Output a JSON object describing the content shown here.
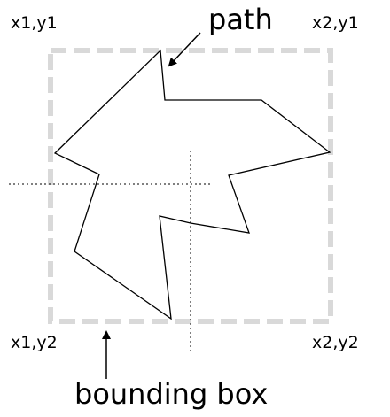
{
  "labels": {
    "top_left": "x1,y1",
    "top_right": "x2,y1",
    "bottom_left": "x1,y2",
    "bottom_right": "x2,y2",
    "path": "path",
    "bounding_box": "bounding box"
  },
  "colors": {
    "background": "#ffffff",
    "stroke": "#000000",
    "bounding_box": "#d9d9d9",
    "text": "#000000"
  }
}
